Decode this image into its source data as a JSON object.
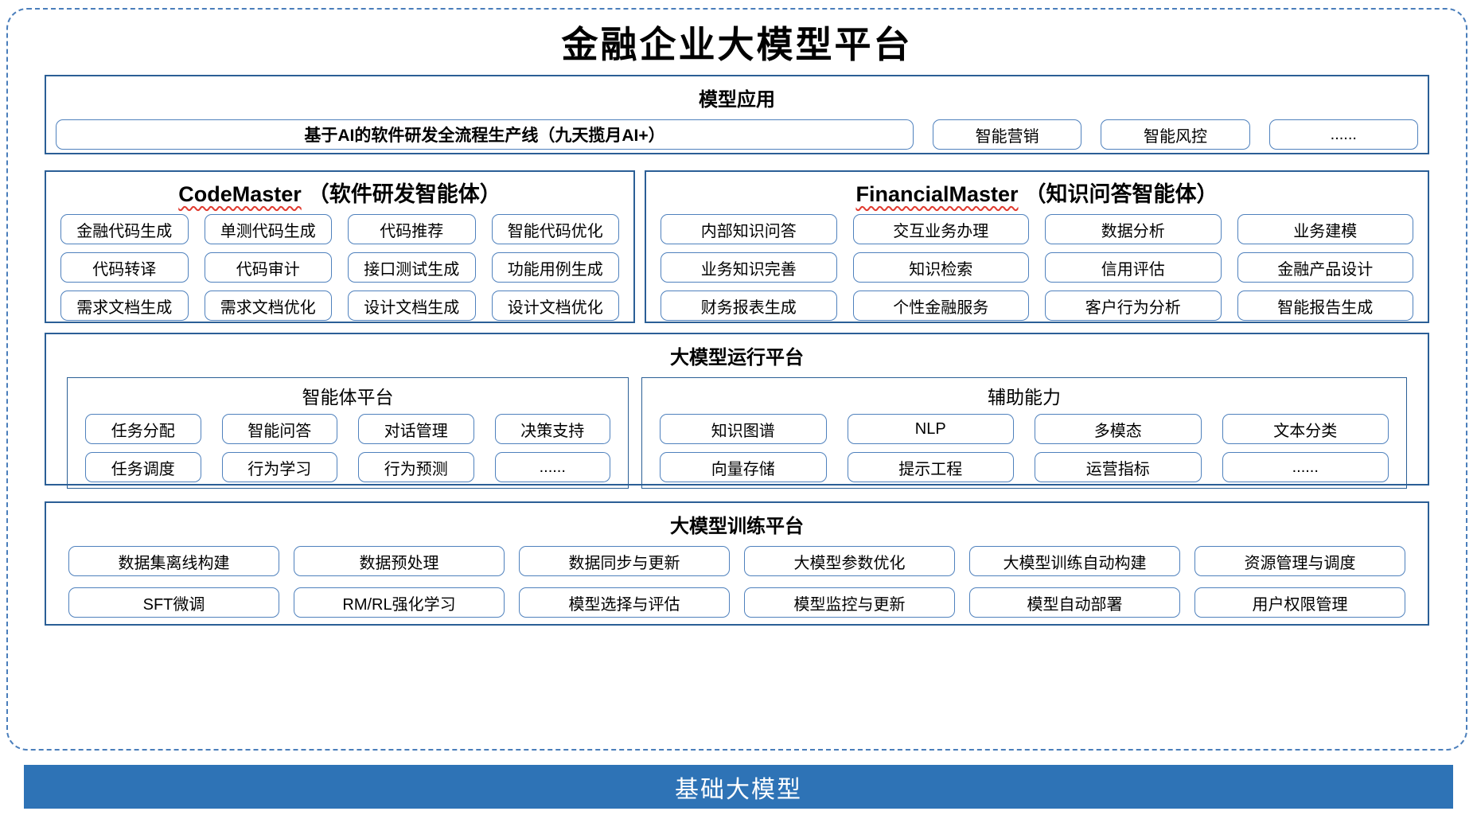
{
  "title": "金融企业大模型平台",
  "sections": {
    "model_app": {
      "header": "模型应用",
      "main_button": "基于AI的软件研发全流程生产线（九天揽月AI+）",
      "buttons": [
        "智能营销",
        "智能风控",
        "......"
      ]
    },
    "code_master": {
      "header_en": "CodeMaster",
      "header_zh": "（软件研发智能体）",
      "buttons": [
        "金融代码生成",
        "单测代码生成",
        "代码推荐",
        "智能代码优化",
        "代码转译",
        "代码审计",
        "接口测试生成",
        "功能用例生成",
        "需求文档生成",
        "需求文档优化",
        "设计文档生成",
        "设计文档优化"
      ]
    },
    "financial_master": {
      "header_en": "FinancialMaster",
      "header_zh": "（知识问答智能体）",
      "buttons": [
        "内部知识问答",
        "交互业务办理",
        "数据分析",
        "业务建模",
        "业务知识完善",
        "知识检索",
        "信用评估",
        "金融产品设计",
        "财务报表生成",
        "个性金融服务",
        "客户行为分析",
        "智能报告生成"
      ]
    },
    "runtime": {
      "header": "大模型运行平台",
      "agent_platform": {
        "header": "智能体平台",
        "buttons": [
          "任务分配",
          "智能问答",
          "对话管理",
          "决策支持",
          "任务调度",
          "行为学习",
          "行为预测",
          "......"
        ]
      },
      "aux_ability": {
        "header": "辅助能力",
        "buttons": [
          "知识图谱",
          "NLP",
          "多模态",
          "文本分类",
          "向量存储",
          "提示工程",
          "运营指标",
          "......"
        ]
      }
    },
    "training": {
      "header": "大模型训练平台",
      "buttons": [
        "数据集离线构建",
        "数据预处理",
        "数据同步与更新",
        "大模型参数优化",
        "大模型训练自动构建",
        "资源管理与调度",
        "SFT微调",
        "RM/RL强化学习",
        "模型选择与评估",
        "模型监控与更新",
        "模型自动部署",
        "用户权限管理"
      ]
    },
    "base_model": {
      "label": "基础大模型"
    }
  },
  "colors": {
    "dashed_border": "#4a7ebb",
    "section_border": "#2b5f96",
    "node_border": "#4f81bd",
    "base_bar_bg": "#2e73b6",
    "spellcheck_squiggle": "#e03a2f"
  }
}
